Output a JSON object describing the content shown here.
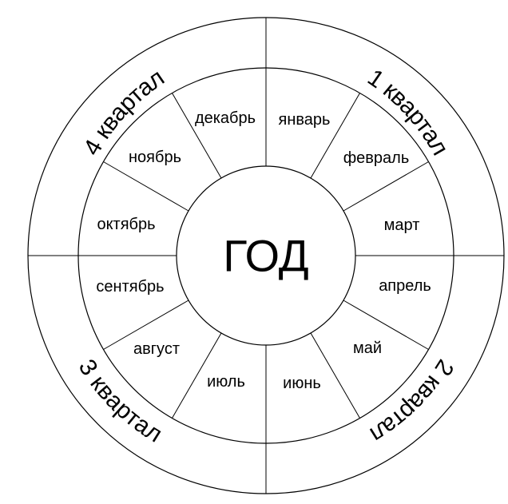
{
  "center_label": "ГОД",
  "months": [
    "январь",
    "февраль",
    "март",
    "апрель",
    "май",
    "июнь",
    "июль",
    "август",
    "сентябрь",
    "октябрь",
    "ноябрь",
    "декабрь"
  ],
  "quarters": [
    "1 квартал",
    "2 квартал",
    "3 квартал",
    "4 квартал"
  ],
  "colors": {
    "stroke": "#000000",
    "background": "#ffffff"
  }
}
